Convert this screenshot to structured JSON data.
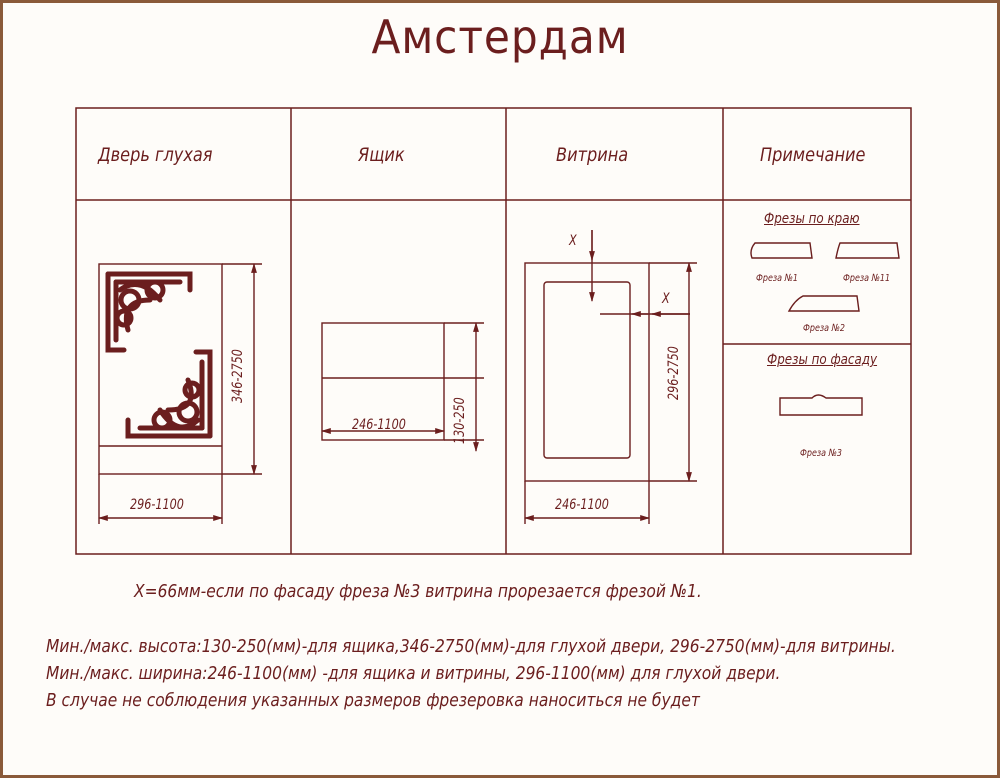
{
  "title": "Амстердам",
  "columns": {
    "door": "Дверь глухая",
    "drawer": "Ящик",
    "showcase": "Витрина",
    "note": "Примечание"
  },
  "notes": {
    "edge_mills_title": "Фрезы по краю",
    "face_mills_title": "Фрезы по фасаду",
    "mill1": "Фреза №1",
    "mill11": "Фреза №11",
    "mill2": "Фреза №2",
    "mill3": "Фреза №3"
  },
  "dimensions": {
    "door_width": "296-1100",
    "door_height": "346-2750",
    "drawer_width": "246-1100",
    "drawer_height": "130-250",
    "showcase_width": "246-1100",
    "showcase_height": "296-2750",
    "x_label": "X"
  },
  "footer": {
    "line1": "X=66мм-если по фасаду фреза №3 витрина прорезается фрезой №1.",
    "line2": "Мин./макс. высота:130-250(мм)-для ящика,346-2750(мм)-для глухой двери, 296-2750(мм)-для витрины.",
    "line3": "Мин./макс. ширина:246-1100(мм) -для ящика и витрины, 296-1100(мм) для глухой двери.",
    "line4": "В случае не соблюдения указанных размеров фрезеровка наноситься не будет"
  },
  "colors": {
    "ink": "#6b1e1e",
    "paper": "#fefcf9",
    "border": "#8a5a3a"
  }
}
